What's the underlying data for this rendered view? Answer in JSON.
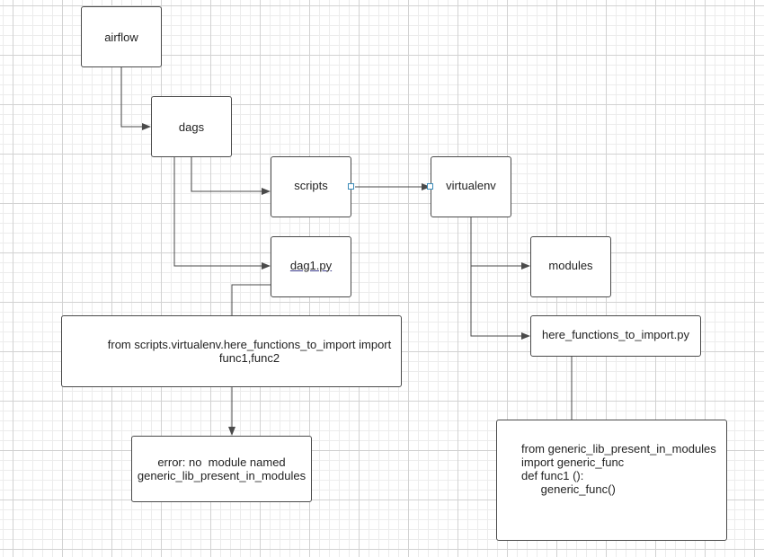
{
  "nodes": {
    "airflow": "airflow",
    "dags": "dags",
    "scripts": "scripts",
    "virtualenv": "virtualenv",
    "dag1": "dag1.py",
    "modules": "modules",
    "here_functions": "here_functions_to_import.py",
    "import_stmt": {
      "line1": "from scripts.virtualenv.here_functions_to_import import",
      "line2": "func1,func2"
    },
    "error": {
      "line1": "error: no  module named",
      "line2": "generic_lib_present_in_modules"
    },
    "code": {
      "line1": "from generic_lib_present_in_modules",
      "line2": "import generic_func",
      "line3": "def func1 ():",
      "line4": "      generic_func()"
    }
  },
  "colors": {
    "border": "#4a4a4a",
    "line": "#4a4a4a",
    "port": "#3a8ab8",
    "grid_major": "#d2d2d2",
    "grid_minor": "#ececec"
  }
}
